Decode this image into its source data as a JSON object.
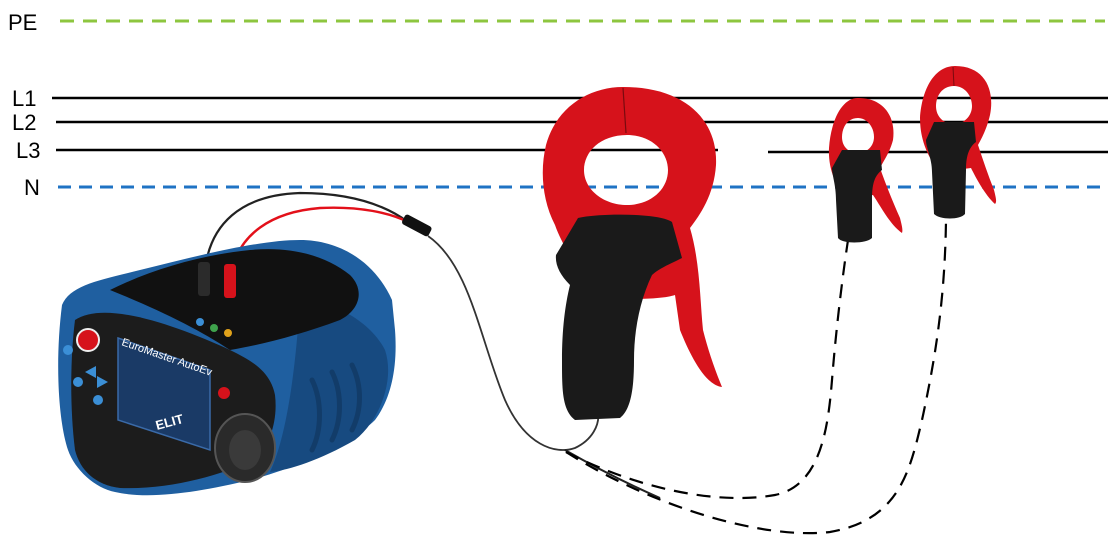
{
  "lines": {
    "pe": {
      "label": "PE",
      "color": "#8dc63f"
    },
    "l1": {
      "label": "L1",
      "color": "#000000"
    },
    "l2": {
      "label": "L2",
      "color": "#000000"
    },
    "l3": {
      "label": "L3",
      "color": "#000000"
    },
    "n": {
      "label": "N",
      "color": "#1f73c4"
    }
  },
  "device": {
    "model": "EuroMaster AutoEv",
    "brand": "ELIT",
    "body_color": "#1f5fa0",
    "panel_color": "#111111"
  },
  "clamps": {
    "jaw_color": "#d6121b",
    "handle_color": "#1a1a1a"
  }
}
